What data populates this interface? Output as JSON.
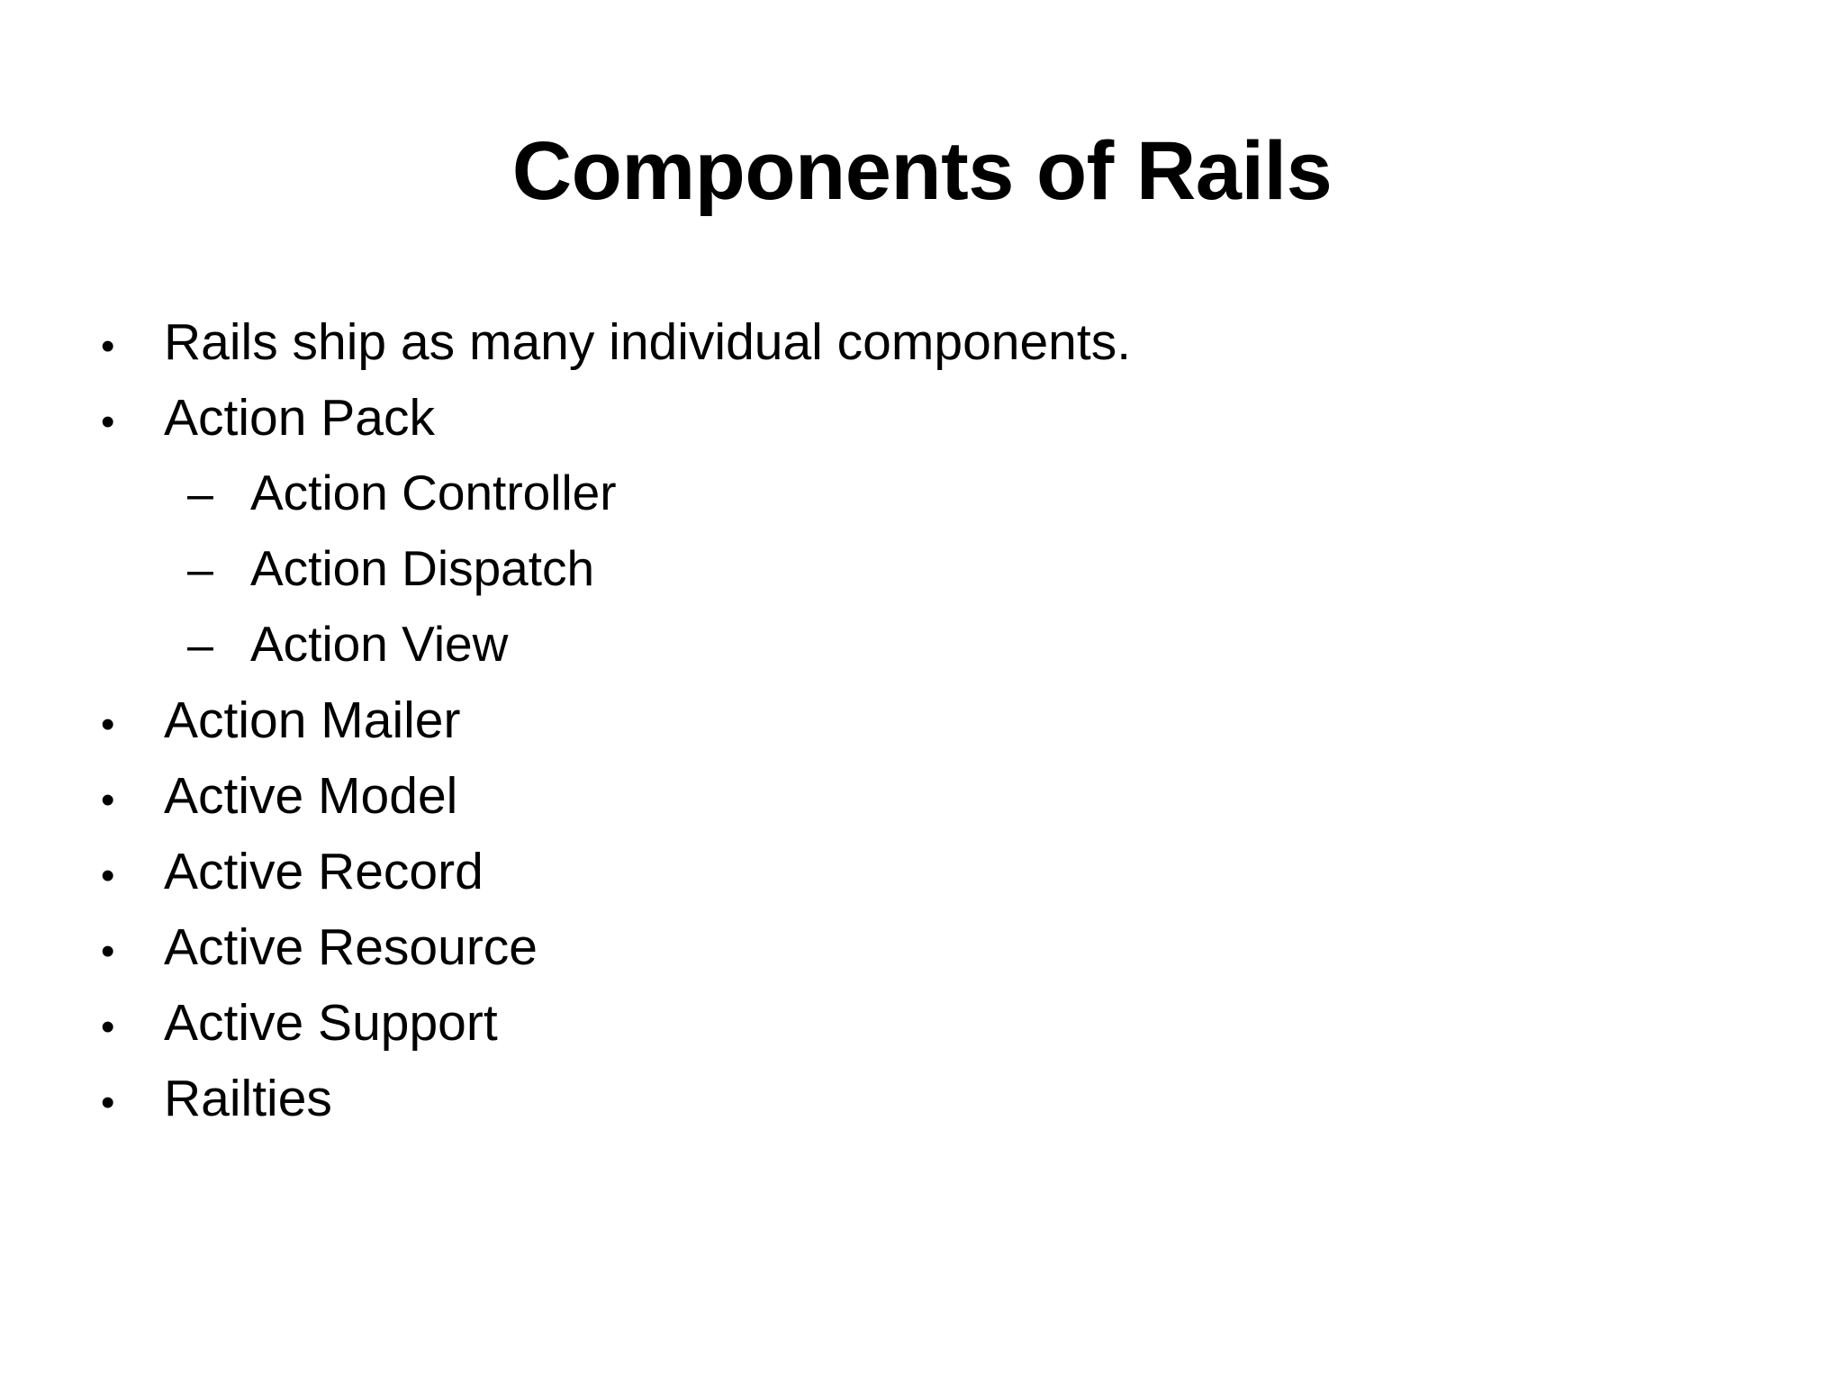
{
  "slide": {
    "title": "Components of Rails",
    "background_color": "#ffffff",
    "text_color": "#000000",
    "bullet_glyph": "•",
    "dash_glyph": "–",
    "items": [
      {
        "level": 1,
        "marker": "•",
        "text": "Rails ship as many individual components."
      },
      {
        "level": 1,
        "marker": "•",
        "text": "Action Pack"
      },
      {
        "level": 2,
        "marker": "–",
        "text": "Action Controller"
      },
      {
        "level": 2,
        "marker": "–",
        "text": "Action Dispatch"
      },
      {
        "level": 2,
        "marker": "–",
        "text": "Action View"
      },
      {
        "level": 1,
        "marker": "•",
        "text": "Action Mailer"
      },
      {
        "level": 1,
        "marker": "•",
        "text": "Active Model"
      },
      {
        "level": 1,
        "marker": "•",
        "text": "Active Record"
      },
      {
        "level": 1,
        "marker": "•",
        "text": "Active Resource"
      },
      {
        "level": 1,
        "marker": "•",
        "text": "Active Support"
      },
      {
        "level": 1,
        "marker": "•",
        "text": "Railties"
      }
    ]
  }
}
